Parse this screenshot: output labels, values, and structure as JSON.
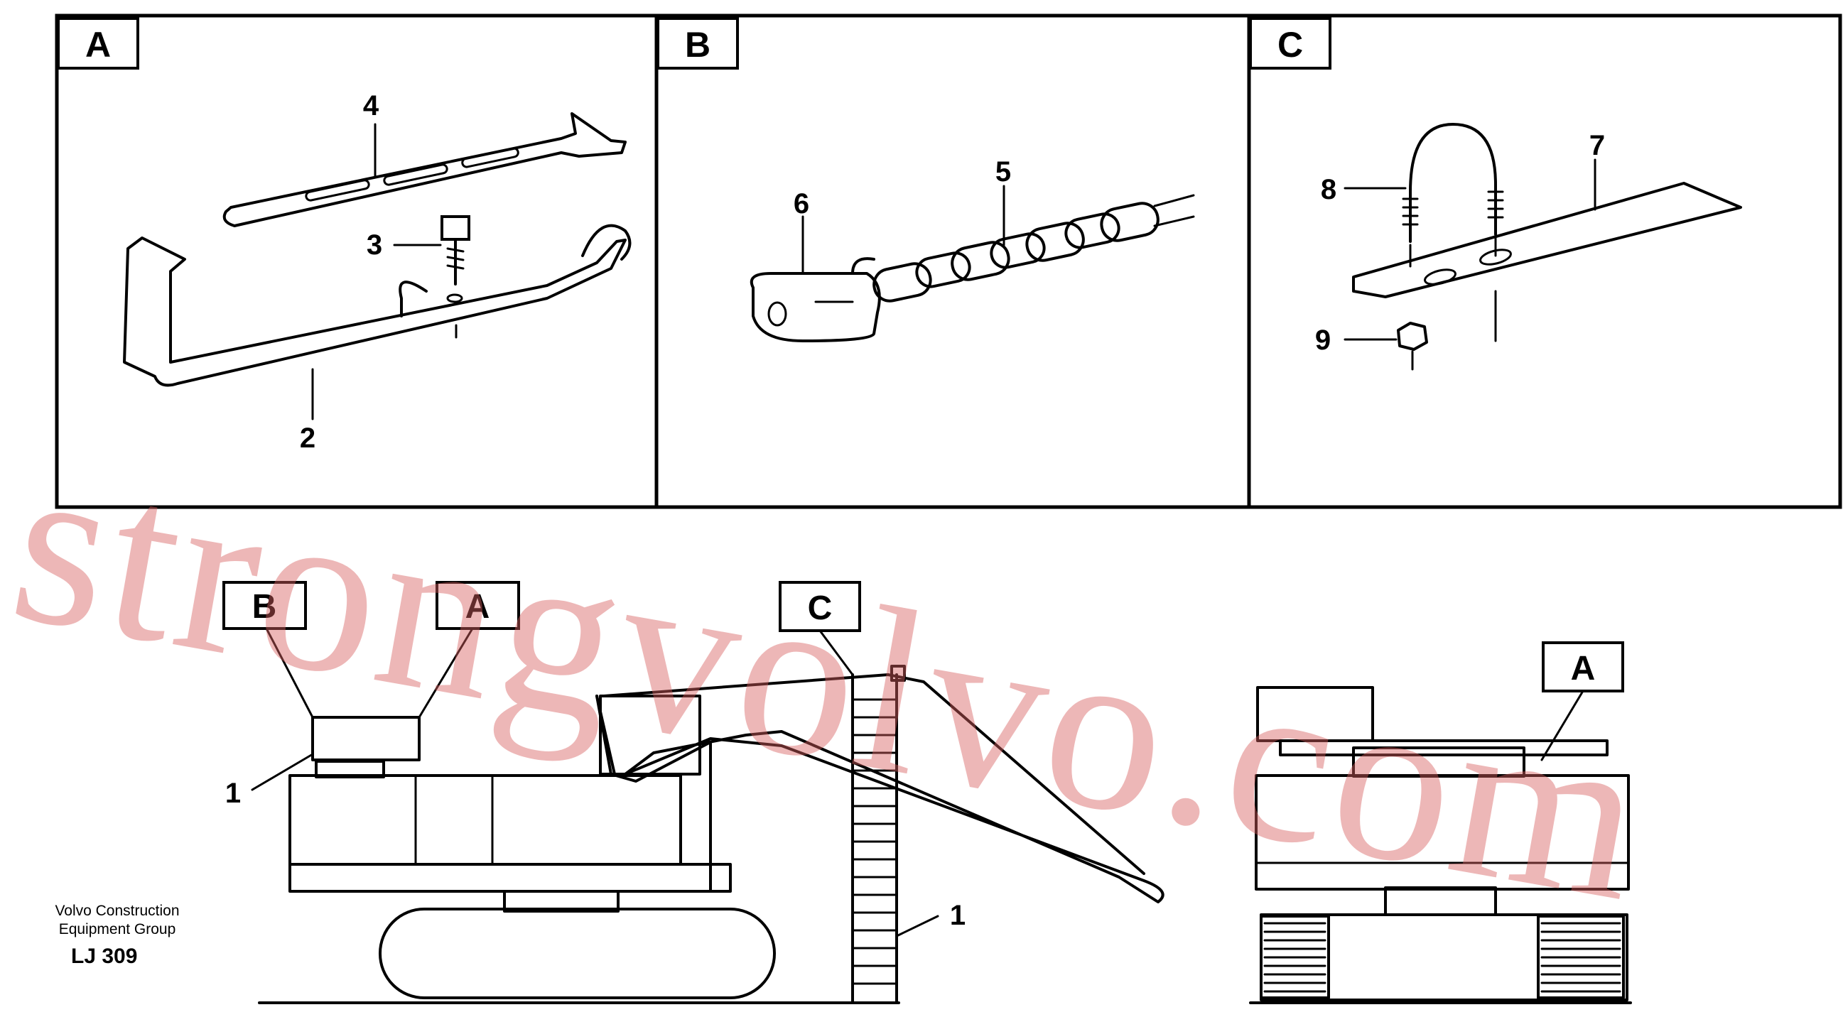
{
  "panels": [
    {
      "id": "A",
      "callouts": [
        "4",
        "3",
        "2"
      ]
    },
    {
      "id": "B",
      "callouts": [
        "6",
        "5"
      ]
    },
    {
      "id": "C",
      "callouts": [
        "7",
        "8",
        "9"
      ]
    }
  ],
  "overview": {
    "locators": [
      "B",
      "A",
      "C",
      "A"
    ],
    "callouts": [
      "1",
      "1"
    ]
  },
  "footer": {
    "org_line1": "Volvo Construction",
    "org_line2": "Equipment Group",
    "code": "LJ 309"
  },
  "watermark": "strongvolvo.com"
}
